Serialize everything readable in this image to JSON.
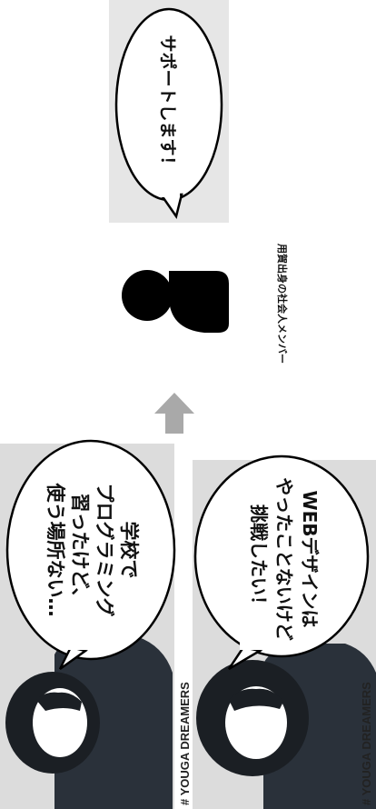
{
  "top_bubble": {
    "text": "サポートします！"
  },
  "member": {
    "label": "用賀出身の社会人メンバー"
  },
  "bubble_left": {
    "lines": [
      "学校で",
      "プログラミング",
      "習ったけど、",
      "使う場所ない…"
    ]
  },
  "bubble_right": {
    "lines": [
      "WEBデザインは",
      "やったことないけど",
      "挑戦したい！"
    ]
  },
  "hashtag_left": "# YOUGA DREAMERS",
  "hashtag_right": "# YOUGA DREAMERS",
  "colors": {
    "arrow": "#a9a9a9",
    "silhouette": "#000000",
    "photo_bg": "#dcdcdc",
    "figure": "#2a313a"
  }
}
